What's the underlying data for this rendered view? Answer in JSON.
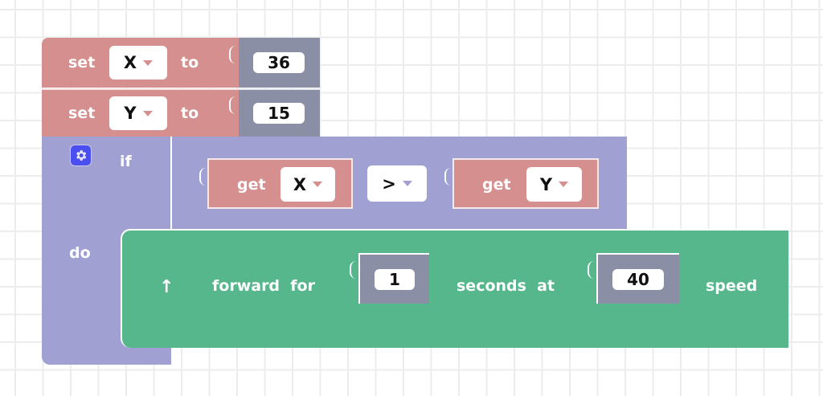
{
  "colors": {
    "variables": "#d58f8e",
    "numbers": "#8b8fa5",
    "logic": "#a1a0d3",
    "motion": "#56b68c",
    "gear_button": "#4c4ff0"
  },
  "blocks": {
    "set_x": {
      "keyword": "set",
      "variable": "X",
      "connector": "to",
      "value": "36"
    },
    "set_y": {
      "keyword": "set",
      "variable": "Y",
      "connector": "to",
      "value": "15"
    },
    "if_block": {
      "gear_icon": "gear-icon",
      "if_label": "if",
      "do_label": "do",
      "condition": {
        "left": {
          "keyword": "get",
          "variable": "X"
        },
        "operator": ">",
        "right": {
          "keyword": "get",
          "variable": "Y"
        }
      }
    },
    "forward": {
      "icon": "arrow-up-icon",
      "arrow_glyph": "↑",
      "label_1": "forward  for",
      "seconds_value": "1",
      "label_2": "seconds  at",
      "speed_value": "40",
      "label_3": "speed"
    }
  }
}
